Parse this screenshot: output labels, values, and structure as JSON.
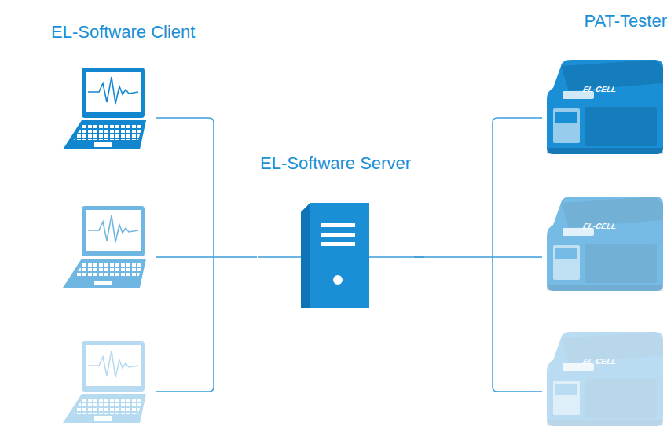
{
  "diagram": {
    "nodes": [
      {
        "text": [
          "EL-Software Client"
        ]
      },
      {
        "text": [
          "EL-Software Server"
        ]
      },
      {
        "text": [
          "PAT-Tester"
        ]
      }
    ],
    "edges": [
      {
        "from": 0,
        "to": 1,
        "arrow": "none"
      },
      {
        "from": 1,
        "to": 2,
        "arrow": "none"
      }
    ],
    "labels": [
      "EL-CELL",
      "EL-CELL",
      "EL-CELL"
    ]
  }
}
